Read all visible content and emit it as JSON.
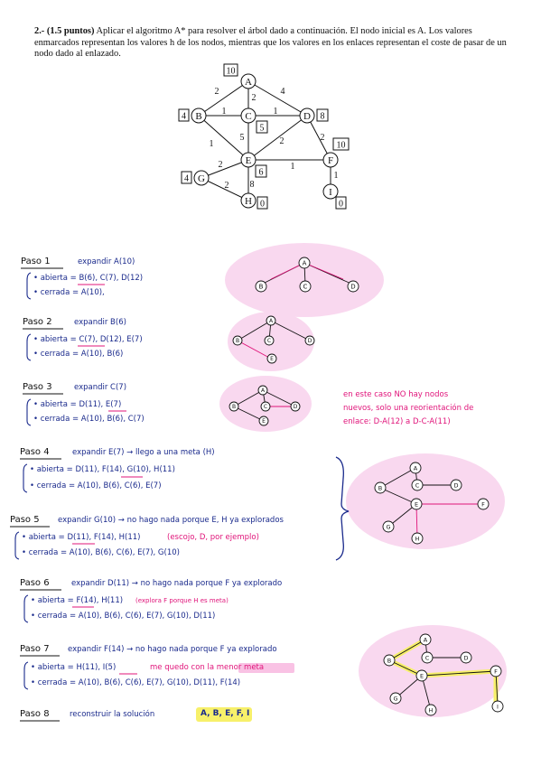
{
  "problem": {
    "number": "2.-",
    "points": "(1.5 puntos)",
    "text": "Aplicar el algoritmo A* para resolver el árbol dado a continuación. El nodo inicial es A. Los valores enmarcados representan los valores h de los nodos, mientras que los valores en los enlaces representan el coste de pasar de un nodo dado al enlazado."
  },
  "graph": {
    "nodes": [
      {
        "id": "A",
        "h": "10"
      },
      {
        "id": "B",
        "h": "4"
      },
      {
        "id": "C",
        "h": "5"
      },
      {
        "id": "D",
        "h": "8"
      },
      {
        "id": "E",
        "h": "6"
      },
      {
        "id": "F",
        "h": "10"
      },
      {
        "id": "G",
        "h": "4"
      },
      {
        "id": "H",
        "h": "0"
      },
      {
        "id": "I",
        "h": "0"
      }
    ],
    "edges": [
      {
        "from": "A",
        "to": "B",
        "cost": "2"
      },
      {
        "from": "A",
        "to": "C",
        "cost": "2"
      },
      {
        "from": "A",
        "to": "D",
        "cost": "4"
      },
      {
        "from": "B",
        "to": "C",
        "cost": "1"
      },
      {
        "from": "C",
        "to": "D",
        "cost": "1"
      },
      {
        "from": "B",
        "to": "E",
        "cost": "1"
      },
      {
        "from": "C",
        "to": "E",
        "cost": "5"
      },
      {
        "from": "D",
        "to": "E",
        "cost": "2"
      },
      {
        "from": "D",
        "to": "F",
        "cost": "2"
      },
      {
        "from": "E",
        "to": "F",
        "cost": "1"
      },
      {
        "from": "E",
        "to": "G",
        "cost": "2"
      },
      {
        "from": "E",
        "to": "H",
        "cost": "8"
      },
      {
        "from": "G",
        "to": "H",
        "cost": "2"
      },
      {
        "from": "F",
        "to": "I",
        "cost": "1"
      }
    ]
  },
  "steps": [
    {
      "title": "Paso 1",
      "action": "expandir A(10)",
      "abierta": "• abierta = B(6), C(7), D(12)",
      "cerrada": "• cerrada = A(10),"
    },
    {
      "title": "Paso 2",
      "action": "expandir B(6)",
      "abierta": "• abierta = C(7), D(12), E(7)",
      "cerrada": "• cerrada = A(10), B(6)"
    },
    {
      "title": "Paso 3",
      "action": "expandir C(7)",
      "abierta": "• abierta = D(11), E(7)",
      "cerrada": "• cerrada = A(10), B(6), C(7)"
    },
    {
      "title": "Paso 4",
      "action": "expandir E(7) → llego a una meta (H)",
      "abierta": "• abierta = D(11), F(14), G(10), H(11)",
      "cerrada": "• cerrada = A(10), B(6), C(6), E(7)"
    },
    {
      "title": "Paso 5",
      "action": "expandir G(10) → no hago nada porque E, H ya explorados",
      "abierta": "• abierta = D(11), F(14), H(11)",
      "abierta_note": "(escojo, D, por ejemplo)",
      "cerrada": "• cerrada = A(10), B(6), C(6), E(7), G(10)"
    },
    {
      "title": "Paso 6",
      "action": "expandir D(11) → no hago nada porque F ya explorado",
      "abierta": "• abierta = F(14), H(11)",
      "abierta_note": "(explora F porque H es meta)",
      "cerrada": "• cerrada = A(10), B(6), C(6), E(7), G(10), D(11)"
    },
    {
      "title": "Paso 7",
      "action": "expandir F(14) → no hago nada porque F ya explorado",
      "abierta": "• abierta = H(11), I(5)",
      "abierta_note": "me quedo con la menor meta",
      "cerrada": "• cerrada = A(10), B(6), C(6), E(7), G(10), D(11), F(14)"
    },
    {
      "title": "Paso 8",
      "action": "reconstruir la solución",
      "solution": "A, B, E, F, I"
    }
  ],
  "side_note": {
    "line1": "en este caso NO hay nodos",
    "line2": "nuevos, solo una reorientación de",
    "line3": "enlace: D-A(12) a D-C-A(11)"
  },
  "colors": {
    "ink": "#1a2a8c",
    "pink": "#e0147a",
    "highlight_pink": "#f9d8ef",
    "highlight_yellow": "#f7f06a",
    "underline": "#e0147a"
  }
}
